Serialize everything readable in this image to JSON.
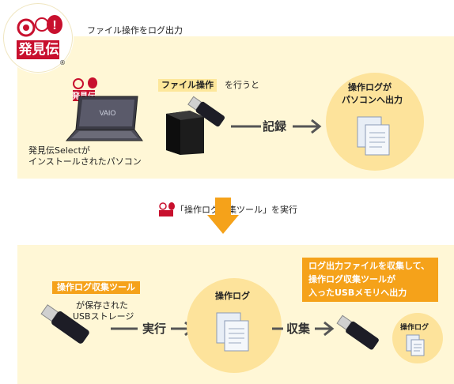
{
  "header": {
    "title": "ファイル操作をログ出力",
    "logo_text": "発見伝",
    "registered_mark": "®"
  },
  "section1": {
    "pc_caption_line1": "発見伝Selectが",
    "pc_caption_line2": "インストールされたパソコン",
    "file_op_highlight": "ファイル操作",
    "file_op_suffix": "を行うと",
    "arrow_label": "記録",
    "result_line1": "操作ログが",
    "result_line2": "パソコンへ出力"
  },
  "middle": {
    "instruction": "「操作ログ収集ツール」を実行"
  },
  "section2": {
    "tool_tag": "操作ログ収集ツール",
    "storage_line1": "が保存された",
    "storage_line2": "USBストレージ",
    "arrow1_label": "実行",
    "log_label": "操作ログ",
    "arrow2_label": "収集",
    "callout_line1": "ログ出力ファイルを収集して、",
    "callout_line2": "操作ログ収集ツールが",
    "callout_line3": "入ったUSBメモリへ出力",
    "small_log_label": "操作ログ"
  },
  "colors": {
    "panel_bg": "#fff7d6",
    "circle": "#fde39b",
    "accent_orange": "#f5a21a",
    "highlight": "#fde79a",
    "logo_red": "#c8102e"
  },
  "icons": [
    "logo-badge",
    "laptop",
    "usb-drive",
    "external-hdd",
    "document-stack",
    "arrow-right",
    "arrow-down"
  ]
}
